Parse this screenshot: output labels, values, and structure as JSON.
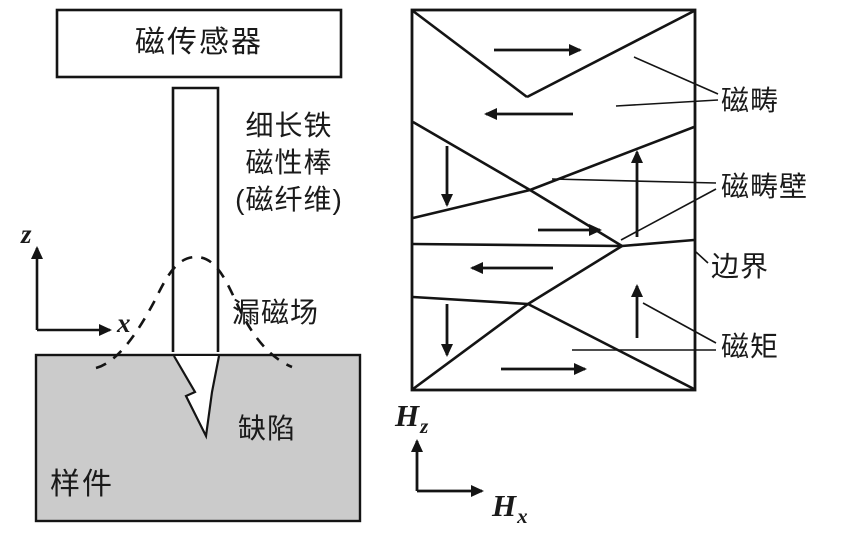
{
  "figure": {
    "left": {
      "sensor_label": "磁传感器",
      "rod_label_lines": [
        "细长铁",
        "磁性棒",
        "(磁纤维)"
      ],
      "leakage_label": "漏磁场",
      "defect_label": "缺陷",
      "sample_label": "样件",
      "z_axis": "z",
      "x_axis": "x"
    },
    "right": {
      "domain_label": "磁畴",
      "domain_wall_label": "磁畴壁",
      "boundary_label": "边界",
      "moment_label": "磁矩",
      "hz_main": "H",
      "hz_sub": "z",
      "hx_main": "H",
      "hx_sub": "x",
      "domain_arrows": [
        "right",
        "left",
        "down",
        "up",
        "right",
        "left",
        "down",
        "up",
        "right"
      ]
    },
    "colors": {
      "sample_fill": "#cbcbcb",
      "stroke": "#141414"
    }
  }
}
